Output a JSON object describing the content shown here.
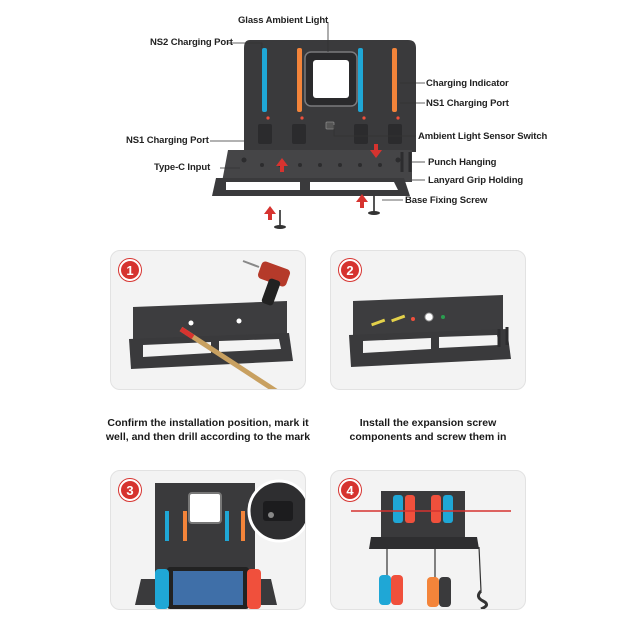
{
  "diagram": {
    "callouts": {
      "glass_ambient_light": "Glass Ambient Light",
      "ns2_charging_port": "NS2 Charging Port",
      "charging_indicator": "Charging Indicator",
      "ns1_charging_port_right": "NS1 Charging Port",
      "ns1_charging_port_left": "NS1 Charging Port",
      "ambient_light_sensor_switch": "Ambient Light Sensor Switch",
      "type_c_input": "Type-C Input",
      "punch_hanging": "Punch Hanging",
      "lanyard_grip_holding": "Lanyard Grip Holding",
      "base_fixing_screw": "Base Fixing Screw"
    }
  },
  "steps": [
    {
      "number": "1",
      "caption_line1": "Confirm the installation position, mark it",
      "caption_line2": "well, and then drill according to the mark"
    },
    {
      "number": "2",
      "caption_line1": "Install the expansion screw",
      "caption_line2": "components and screw them in"
    },
    {
      "number": "3"
    },
    {
      "number": "4"
    }
  ],
  "colors": {
    "accent_red": "#d6332f",
    "device_dark": "#3b3b3d",
    "joycon_blue": "#1fa7d6",
    "joycon_red": "#f0503c",
    "joycon_orange": "#f3843a",
    "card_bg": "#f3f3f3"
  }
}
